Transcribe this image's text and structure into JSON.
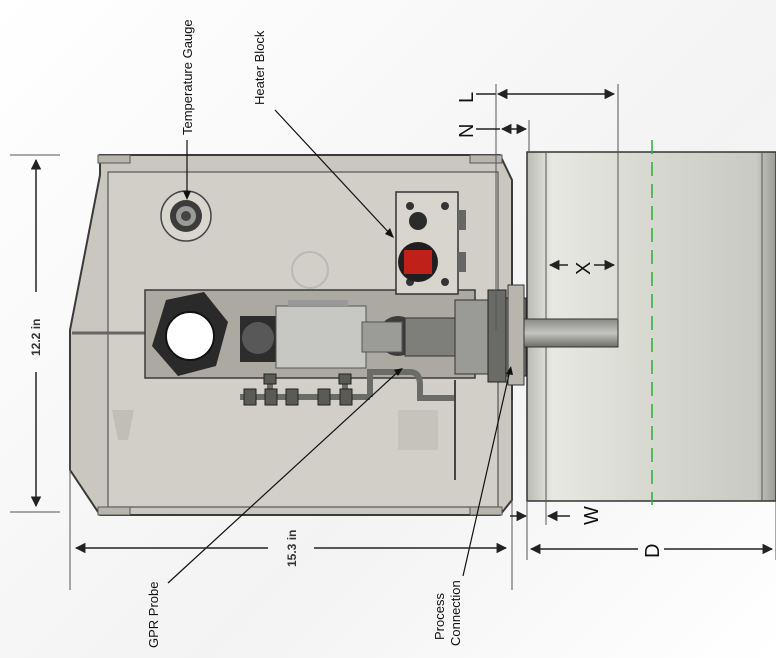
{
  "callouts": {
    "temperature_gauge": "Temperature Gauge",
    "heater_block": "Heater Block",
    "gpr_probe": "GPR Probe",
    "process_connection_line1": "Process",
    "process_connection_line2": "Connection"
  },
  "dimensions": {
    "height": "12.2 in",
    "width": "15.3 in"
  },
  "letters": {
    "L": "L",
    "N": "N",
    "X": "X",
    "W": "W",
    "D": "D"
  },
  "colors": {
    "enclosure": "#c9c7c0",
    "enclosure_edge": "#3a3a3a",
    "pipe": "#d4d6cf",
    "centerline": "#2fae3a",
    "heater_display": "#c0201a"
  }
}
